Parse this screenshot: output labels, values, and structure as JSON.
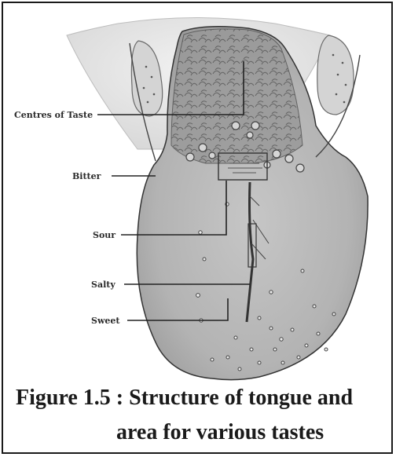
{
  "labels": {
    "centres_of_taste": "Centres of Taste",
    "bitter": "Bitter",
    "sour": "Sour",
    "salty": "Salty",
    "sweet": "Sweet"
  },
  "caption": {
    "line1": "Figure 1.5 : Structure of tongue and",
    "line2": "area for various tastes"
  },
  "colors": {
    "tongue_fill": "#b9b9b9",
    "papillae_fill": "#8f8f8f",
    "background_shade": "#e6e6e6",
    "stroke": "#333333"
  }
}
